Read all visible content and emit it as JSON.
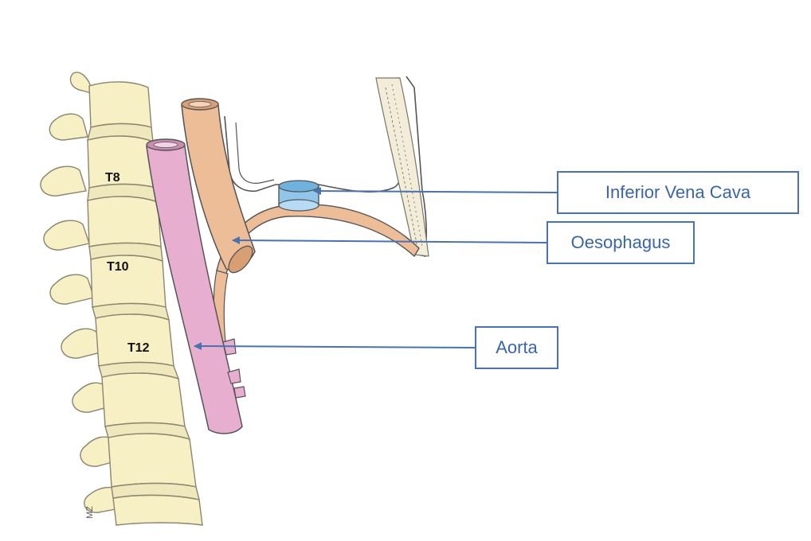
{
  "vertebra_labels": [
    "T8",
    "T10",
    "T12"
  ],
  "signature": "MZ",
  "callouts": {
    "ivc": "Inferior Vena Cava",
    "oesophagus": "Oesophagus",
    "aorta": "Aorta"
  },
  "colors": {
    "bone": "#f6f0c4",
    "bone_outline": "#8a8670",
    "aorta": "#e7aed0",
    "oesophagus": "#ecbd97",
    "ivc": "#8fc6ea",
    "callout": "#4a72b0"
  }
}
